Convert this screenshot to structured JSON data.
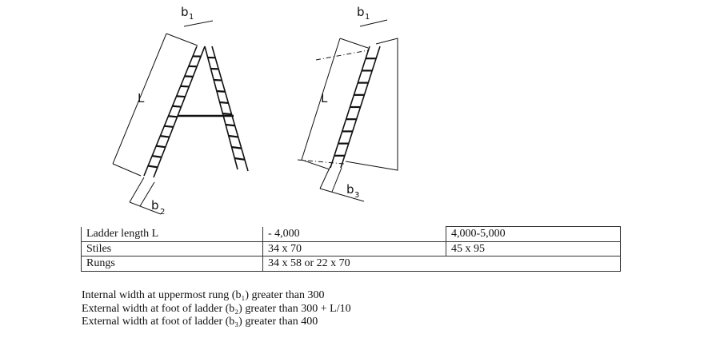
{
  "figure": {
    "labels": {
      "b1_left": "b",
      "b1_left_sub": "1",
      "b2": "b",
      "b2_sub": "2",
      "L_left": "L",
      "b1_right": "b",
      "b1_right_sub": "1",
      "L_right": "L",
      "b3": "b",
      "b3_sub": "3"
    }
  },
  "table": {
    "rows": [
      [
        "Ladder length L",
        "- 4,000",
        "4,000-5,000"
      ],
      [
        "Stiles",
        "34 x 70",
        "45 x 95"
      ],
      [
        "Rungs",
        "34 x 58 or 22 x 70",
        ""
      ]
    ]
  },
  "notes": [
    "Internal width at uppermost rung (b₁) greater than 300",
    "External width at foot of ladder (b₂) greater than 300 + L/10",
    "External width at foot of ladder (b₃) greater than 400"
  ]
}
